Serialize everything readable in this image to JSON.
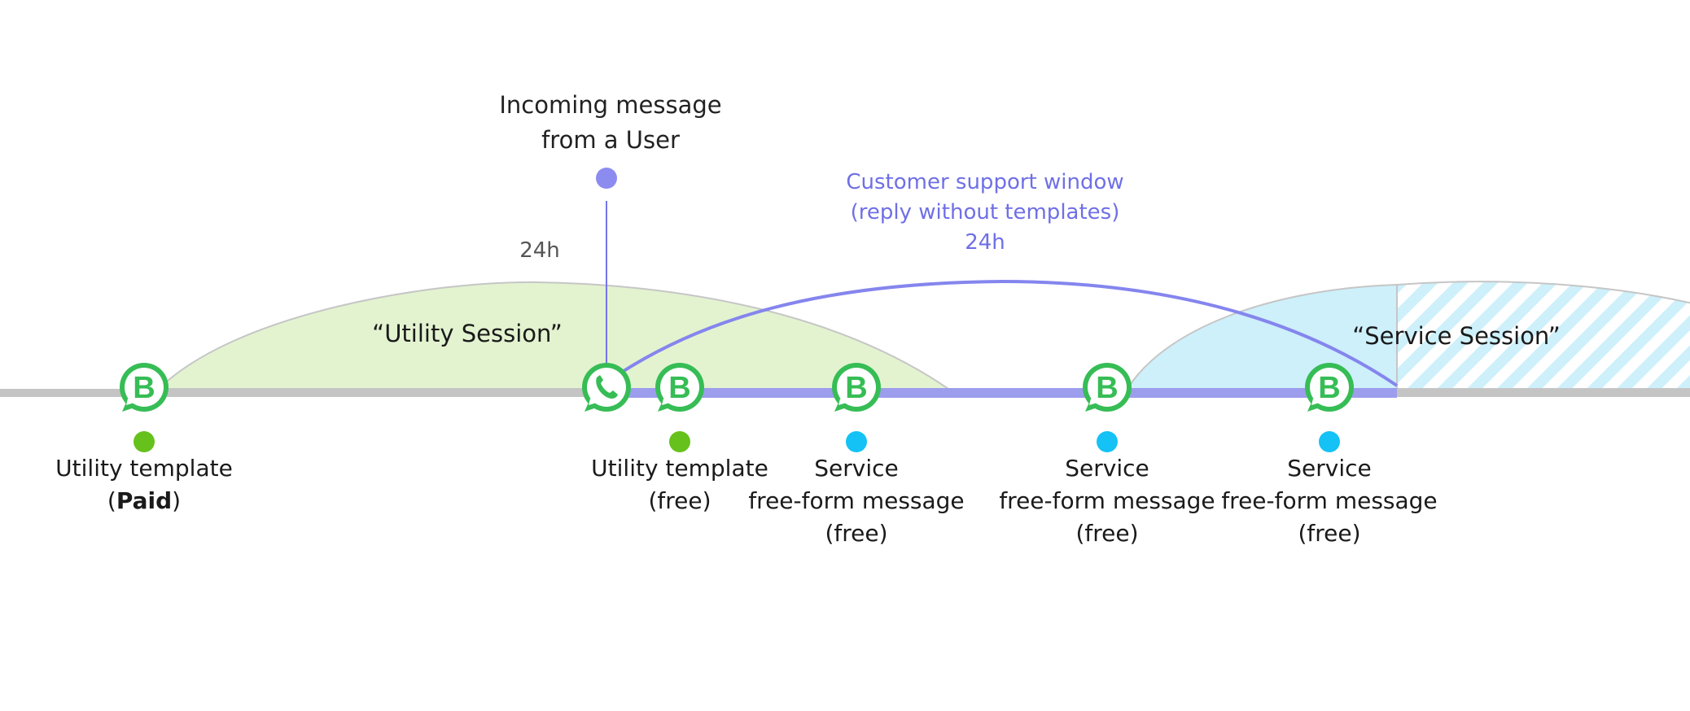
{
  "colors": {
    "timeline": "#c4c4c4",
    "support_window": "#8585ee",
    "support_text": "#6f6fe6",
    "utility_session_fill": "#e3f3d0",
    "service_session_fill": "#cdf0fb",
    "utility_dot": "#66c11c",
    "service_dot": "#14c2f5",
    "whatsapp_green": "#36bd55"
  },
  "incoming": {
    "line1": "Incoming message",
    "line2": "from a User",
    "icon": "whatsapp-icon"
  },
  "support_window": {
    "line1": "Customer support window",
    "line2": "(reply without templates)",
    "line3": "24h"
  },
  "utility_session": {
    "label": "“Utility Session”",
    "duration": "24h"
  },
  "service_session": {
    "label": "“Service Session”"
  },
  "events": [
    {
      "icon": "business-b-icon",
      "dot": "utility",
      "line1": "Utility template",
      "line2_pre": "(",
      "line2_bold": "Paid",
      "line2_post": ")"
    },
    {
      "icon": "business-b-icon",
      "dot": "utility",
      "line1": "Utility template",
      "line2": "(free)"
    },
    {
      "icon": "business-b-icon",
      "dot": "service",
      "line1": "Service",
      "line2": "free-form message",
      "line3": "(free)"
    },
    {
      "icon": "business-b-icon",
      "dot": "service",
      "line1": "Service",
      "line2": "free-form message",
      "line3": "(free)"
    },
    {
      "icon": "business-b-icon",
      "dot": "service",
      "line1": "Service",
      "line2": "free-form message",
      "line3": "(free)"
    }
  ]
}
